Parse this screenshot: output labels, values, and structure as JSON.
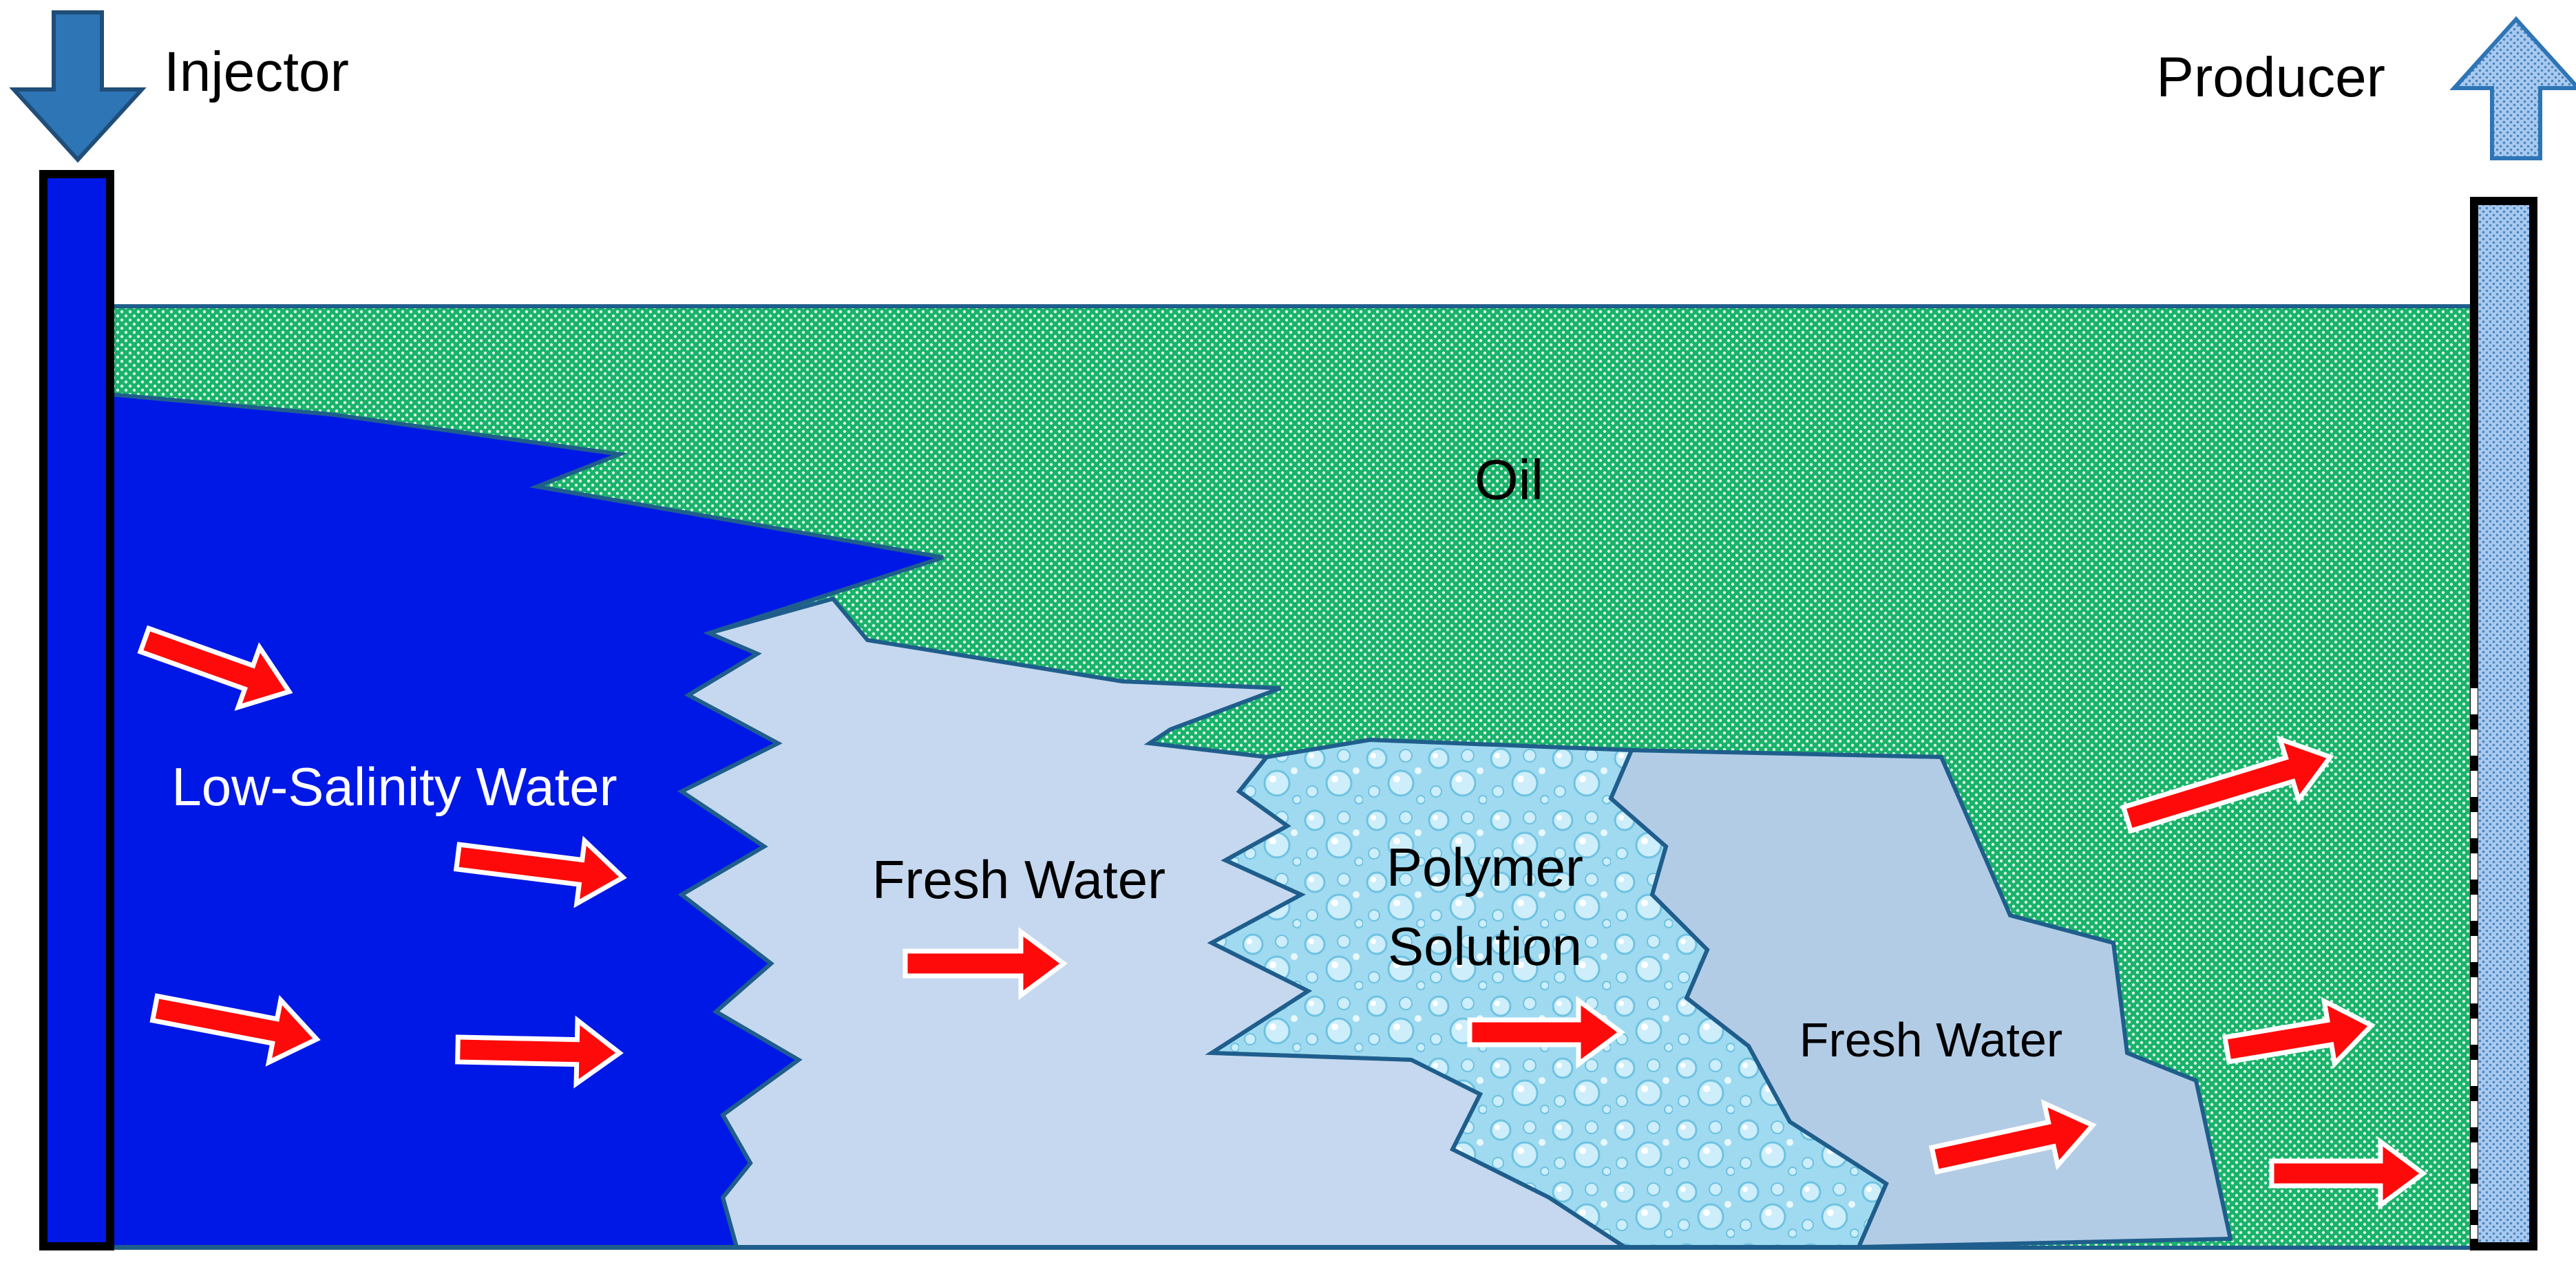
{
  "labels": {
    "injector": "Injector",
    "producer": "Producer",
    "oil": "Oil",
    "low_salinity_water": "Low-Salinity Water",
    "fresh_water_1": "Fresh Water",
    "polymer_line1": "Polymer",
    "polymer_line2": "Solution",
    "fresh_water_2": "Fresh Water"
  },
  "colors": {
    "oil_fill": "#19b36a",
    "oil_dot": "#ffffff",
    "low_salinity": "#0018e6",
    "fresh_water_1": "#c6d8ef",
    "polymer": "#9fdaf0",
    "fresh_water_2": "#b3cce6",
    "outline": "#1f5e8c",
    "arrow_red": "#ff0a0a",
    "injector_arrow": "#2e75b6",
    "producer_fill": "#a9c9ee",
    "producer_dot": "#2e75b6"
  },
  "icons": {
    "injector_arrow": "down-arrow-icon",
    "producer_arrow": "up-arrow-icon",
    "flow_arrow": "right-arrow-icon"
  }
}
